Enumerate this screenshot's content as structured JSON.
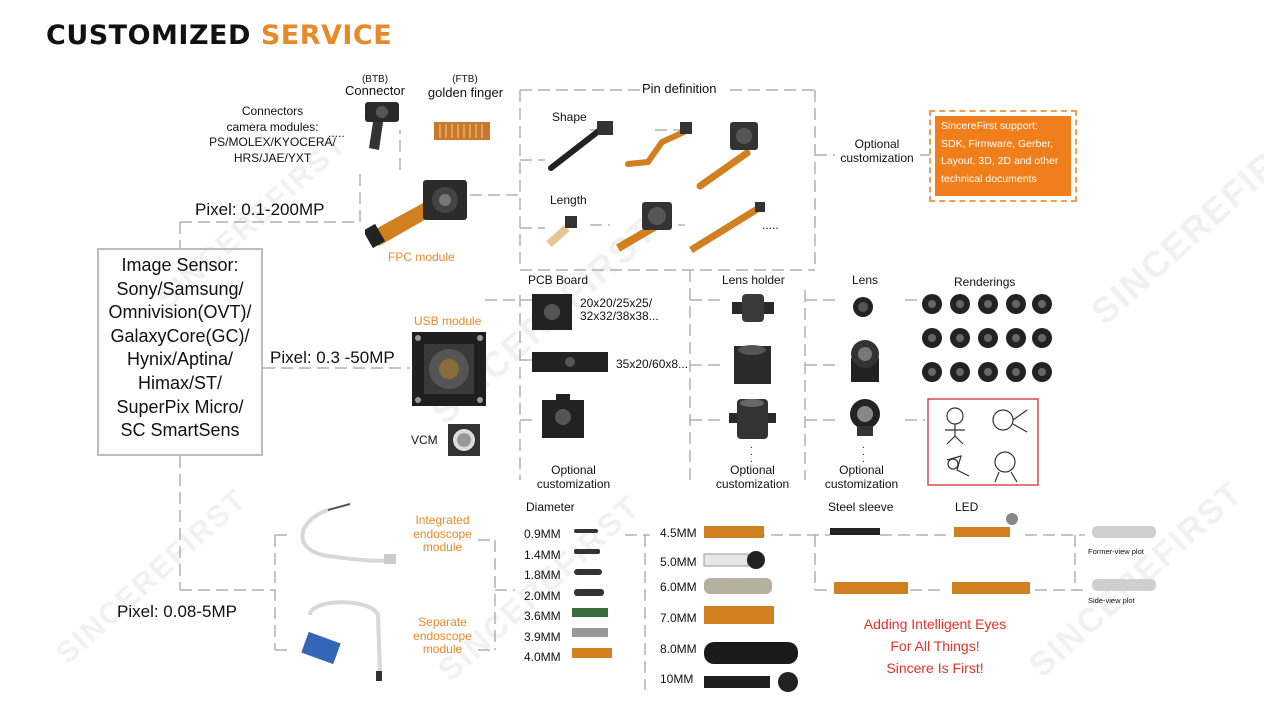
{
  "title": {
    "part1": "CUSTOMIZED ",
    "part2": "SERVICE"
  },
  "image_sensor": {
    "lines": [
      "Image Sensor:",
      "Sony/Samsung/",
      "Omnivision(OVT)/",
      "GalaxyCore(GC)/",
      "Hynix/Aptina/",
      "Himax/ST/",
      "SuperPix Micro/",
      "SC SmartSens"
    ]
  },
  "pixels": {
    "p1": "Pixel: 0.1-200MP",
    "p2": "Pixel: 0.3 -50MP",
    "p3": "Pixel: 0.08-5MP"
  },
  "connectors": {
    "lines": [
      "Connectors",
      "camera modules:",
      "PS/MOLEX/KYOCERA/",
      "HRS/JAE/YXT"
    ],
    "btb_top": "(BTB)",
    "btb": "Connector",
    "ftb_top": "(FTB)",
    "ftb": "golden finger",
    "dots": "....."
  },
  "fpc_module": "FPC module",
  "usb_module": "USB module",
  "vcm": "VCM",
  "pin_definition": "Pin definition",
  "shape": "Shape",
  "length": "Length",
  "length_dots": ".....",
  "optional_customization_1": [
    "Optional",
    "customization"
  ],
  "support_box": "SincereFirst support: SDK, Firmware, Gerber, Layout, 3D, 2D and other technical documents",
  "pcb_board": "PCB Board",
  "pcb_sizes_1": [
    "20x20/25x25/",
    "32x32/38x38..."
  ],
  "pcb_sizes_2": "35x20/60x8...",
  "optional_pcb": [
    "Optional",
    "customization"
  ],
  "lens_holder": "Lens holder",
  "optional_holder": [
    "Optional",
    "customization"
  ],
  "lens": "Lens",
  "optional_lens": [
    "Optional",
    "customization"
  ],
  "renderings": "Renderings",
  "integrated_endoscope": [
    "Integrated",
    "endoscope",
    "module"
  ],
  "separate_endoscope": [
    "Separate",
    "endoscope",
    "module"
  ],
  "diameter": "Diameter",
  "diameters_left": [
    "0.9MM",
    "1.4MM",
    "1.8MM",
    "2.0MM",
    "3.6MM",
    "3.9MM",
    "4.0MM"
  ],
  "diameters_right": [
    "4.5MM",
    "5.0MM",
    "6.0MM",
    "7.0MM",
    "8.0MM",
    "10MM"
  ],
  "steel_sleeve": "Steel sleeve",
  "led": "LED",
  "former_view": "Former-view plot",
  "side_view": "Side-view plot",
  "slogan": [
    "Adding Intelligent Eyes",
    "For All Things!",
    "Sincere Is First!"
  ],
  "watermark": "SINCEREFIRST",
  "colors": {
    "accent": "#e8892a",
    "support_bg": "#f07e1a",
    "slogan": "#e5322b",
    "line": "#b0b0b0"
  }
}
